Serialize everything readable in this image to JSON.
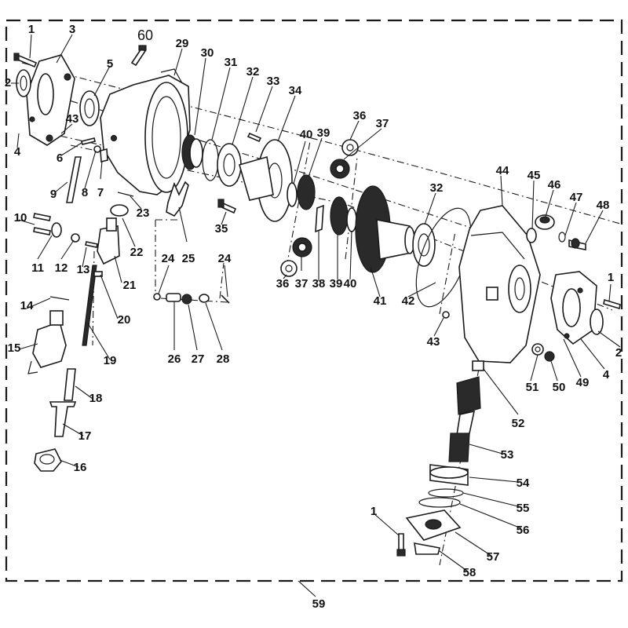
{
  "labels": [
    {
      "text": "1"
    },
    {
      "text": "2"
    },
    {
      "text": "3"
    },
    {
      "text": "60"
    },
    {
      "text": "5"
    },
    {
      "text": "29"
    },
    {
      "text": "30"
    },
    {
      "text": "31"
    },
    {
      "text": "32"
    },
    {
      "text": "33"
    },
    {
      "text": "34"
    },
    {
      "text": "36"
    },
    {
      "text": "37"
    },
    {
      "text": "43"
    },
    {
      "text": "4"
    },
    {
      "text": "6"
    },
    {
      "text": "8"
    },
    {
      "text": "7"
    },
    {
      "text": "9"
    },
    {
      "text": "23"
    },
    {
      "text": "40"
    },
    {
      "text": "39"
    },
    {
      "text": "44"
    },
    {
      "text": "45"
    },
    {
      "text": "46"
    },
    {
      "text": "47"
    },
    {
      "text": "48"
    },
    {
      "text": "32"
    },
    {
      "text": "10"
    },
    {
      "text": "35"
    },
    {
      "text": "22"
    },
    {
      "text": "25"
    },
    {
      "text": "11"
    },
    {
      "text": "12"
    },
    {
      "text": "13"
    },
    {
      "text": "21"
    },
    {
      "text": "24"
    },
    {
      "text": "24"
    },
    {
      "text": "36"
    },
    {
      "text": "37"
    },
    {
      "text": "38"
    },
    {
      "text": "39"
    },
    {
      "text": "40"
    },
    {
      "text": "41"
    },
    {
      "text": "1"
    },
    {
      "text": "14"
    },
    {
      "text": "20"
    },
    {
      "text": "42"
    },
    {
      "text": "43"
    },
    {
      "text": "2"
    },
    {
      "text": "15"
    },
    {
      "text": "19"
    },
    {
      "text": "26"
    },
    {
      "text": "27"
    },
    {
      "text": "28"
    },
    {
      "text": "4"
    },
    {
      "text": "51"
    },
    {
      "text": "50"
    },
    {
      "text": "49"
    },
    {
      "text": "18"
    },
    {
      "text": "52"
    },
    {
      "text": "17"
    },
    {
      "text": "53"
    },
    {
      "text": "16"
    },
    {
      "text": "54"
    },
    {
      "text": "55"
    },
    {
      "text": "1"
    },
    {
      "text": "56"
    },
    {
      "text": "57"
    },
    {
      "text": "58"
    },
    {
      "text": "59"
    }
  ]
}
